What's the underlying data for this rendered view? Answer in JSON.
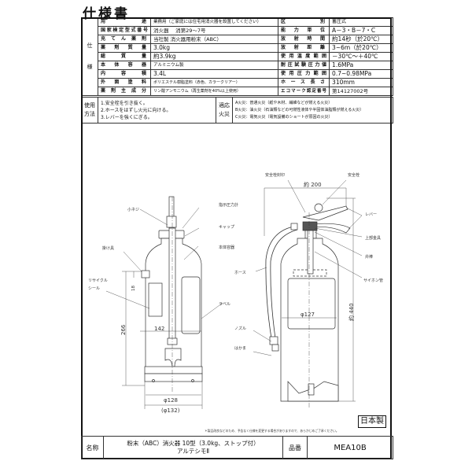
{
  "title": "仕様書",
  "spec": {
    "side_label_top": "仕",
    "side_label_bottom": "様",
    "rows": [
      {
        "label": "用途",
        "value": "業務用（ご家庭には住宅用消火器を設置してください）",
        "label2": "区別",
        "value2": "蓄圧式"
      },
      {
        "label": "国家検定型式番号",
        "value": "消火器　 消第29～7号",
        "label2": "能力単位",
        "value2": "A－3・B－7・C"
      },
      {
        "label": "充てん薬剤",
        "value": "当社製 消火器用粉末（ABC）",
        "label2": "放射時間",
        "value2": "約14秒（於20℃）"
      },
      {
        "label": "薬剤質量",
        "value": "3.0kg",
        "label2": "放射距離",
        "value2": "3~6m（於20℃）"
      },
      {
        "label": "総質量",
        "value": "約3.9kg",
        "label2": "使用温度範囲",
        "value2": "－30℃～＋40℃"
      },
      {
        "label": "本体容器",
        "value": "アルミニウム製",
        "label2": "耐圧試験圧力値",
        "value2": "1.6MPa"
      },
      {
        "label": "内容積",
        "value": "3.4L",
        "label2": "使用圧力範囲",
        "value2": "0.7~0.98MPa"
      },
      {
        "label": "外面塗料",
        "value": "ポリエステル樹脂塗料（赤色、カラークリアー）",
        "label2": "ホース長さ",
        "value2": "310mm"
      },
      {
        "label": "薬剤主成分",
        "value": "リン酸アンモニウム（再生薬剤を40%以上使用）",
        "label2": "エコマーク認定番号",
        "value2": "第14127002号"
      }
    ]
  },
  "usage": {
    "label": "使用方法",
    "label_line1": "使用",
    "label_line2": "方法",
    "steps": [
      "1.安全栓を引き抜く。",
      "2.ホースをはずし火元に向ける。",
      "3.レバーを強くにぎる。"
    ],
    "fire_label_line1": "適応",
    "fire_label_line2": "火災",
    "fire_types": [
      "A火災：普通火災（紙や木材、繊維などが燃える火災）",
      "B火災：油火災（石油類などの可燃性液体や半固体油脂類が燃える火災）",
      "C火災：電気火災（電気設備のショートが原因の火災）"
    ]
  },
  "drawing": {
    "front_labels": {
      "screw": "小ネジ",
      "gauge": "指示圧力計",
      "cap": "キャップ",
      "hook": "掛け具",
      "body": "本体容器",
      "recycle1": "リサイクル",
      "recycle2": "シール",
      "label": "ラベル"
    },
    "side_labels": {
      "pin_seal": "安全栓封印",
      "pin": "安全栓",
      "lever": "レバー",
      "top_fitting": "上部金具",
      "valve": "弁棒",
      "siphon": "サイホン管",
      "hose": "ホース",
      "nozzle": "ノズル",
      "skirt": "はかま"
    },
    "dimensions": {
      "width_approx": "約 200",
      "height_approx": "約 440",
      "height_front": "266",
      "hook_offset": "18",
      "span": "142",
      "dia_body": "φ127",
      "dia_base": "φ128",
      "dia_outer": "(φ132)"
    }
  },
  "made_in": "日本製",
  "note": "＊製品改良などのため、予告なく仕様を変更する場合がありますので、あらかじめご了承ください。",
  "footer": {
    "name_label": "名称",
    "name_line1": "粉末（ABC）消火器 10型（3.0kg、ストップ付）",
    "name_line2": "アルテシモⅡ",
    "code_label": "品番",
    "code": "MEA10B"
  }
}
